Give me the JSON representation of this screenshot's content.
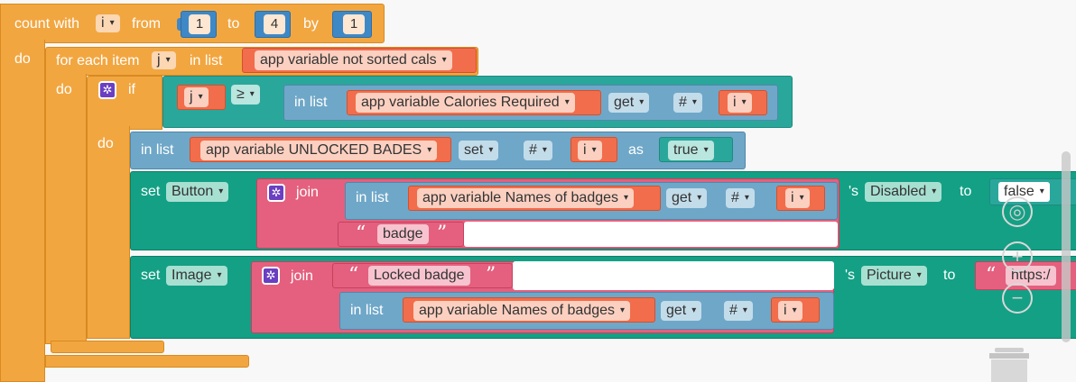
{
  "count_block": {
    "label_count": "count with",
    "var": "i",
    "label_from": "from",
    "from": "1",
    "label_to": "to",
    "to": "4",
    "label_by": "by",
    "by": "1",
    "label_do": "do"
  },
  "foreach_block": {
    "label": "for each item",
    "var": "j",
    "label_in_list": "in list",
    "list_var": "app variable not sorted cals",
    "label_do": "do"
  },
  "if_block": {
    "label_if": "if",
    "left_var": "j",
    "operator": "≥",
    "label_in_list": "in list",
    "list_var": "app variable Calories Required",
    "op_get": "get",
    "index_type": "#",
    "index_var": "i",
    "label_do": "do"
  },
  "set_list_block": {
    "label_in_list": "in list",
    "list_var": "app variable UNLOCKED BADES",
    "op_set": "set",
    "index_type": "#",
    "index_var": "i",
    "label_as": "as",
    "value": "true"
  },
  "set_button_block": {
    "label_set": "set",
    "component": "Button",
    "label_join": "join",
    "label_in_list": "in list",
    "list_var": "app variable Names of badges",
    "op_get": "get",
    "index_type": "#",
    "index_var": "i",
    "string_value": "badge",
    "label_s": "'s",
    "property": "Disabled",
    "label_to": "to",
    "value": "false"
  },
  "set_image_block": {
    "label_set": "set",
    "component": "Image",
    "label_join": "join",
    "string_value": "Locked badge",
    "label_in_list": "in list",
    "list_var": "app variable Names of badges",
    "op_get": "get",
    "index_type": "#",
    "index_var": "i",
    "label_s": "'s",
    "property": "Picture",
    "label_to": "to",
    "value": "https:/"
  },
  "arrow": "▾",
  "gear_glyph": "✲",
  "open_quote": "“",
  "close_quote": "”",
  "zoom": {
    "plus": "+",
    "minus": "−",
    "center": "◎"
  }
}
